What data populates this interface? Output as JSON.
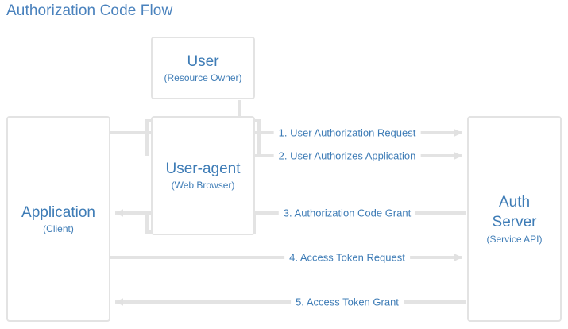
{
  "title": "Authorization Code Flow",
  "theme": {
    "accent_blue": "#3e7cb6",
    "title_blue": "#4a82bd",
    "box_border": "#e3e3e3",
    "connector_gray": "#e3e3e3",
    "background": "#ffffff"
  },
  "nodes": [
    {
      "id": "user",
      "title": "User",
      "subtitle": "(Resource Owner)"
    },
    {
      "id": "application",
      "title": "Application",
      "subtitle": "(Client)"
    },
    {
      "id": "user-agent",
      "title": "User-agent",
      "subtitle": "(Web Browser)"
    },
    {
      "id": "auth-server",
      "title_line1": "Auth",
      "title_line2": "Server",
      "subtitle": "(Service API)"
    }
  ],
  "flows": [
    {
      "number": "1.",
      "label": "1. User Authorization Request",
      "from": "application",
      "to": "auth-server",
      "direction": "right"
    },
    {
      "number": "2.",
      "label": "2. User Authorizes Application",
      "from": "user",
      "to": "auth-server",
      "direction": "right"
    },
    {
      "number": "3.",
      "label": "3. Authorization Code Grant",
      "from": "auth-server",
      "to": "application",
      "direction": "left"
    },
    {
      "number": "4.",
      "label": "4. Access Token Request",
      "from": "application",
      "to": "auth-server",
      "direction": "right"
    },
    {
      "number": "5.",
      "label": "5. Access Token Grant",
      "from": "auth-server",
      "to": "application",
      "direction": "left"
    }
  ]
}
